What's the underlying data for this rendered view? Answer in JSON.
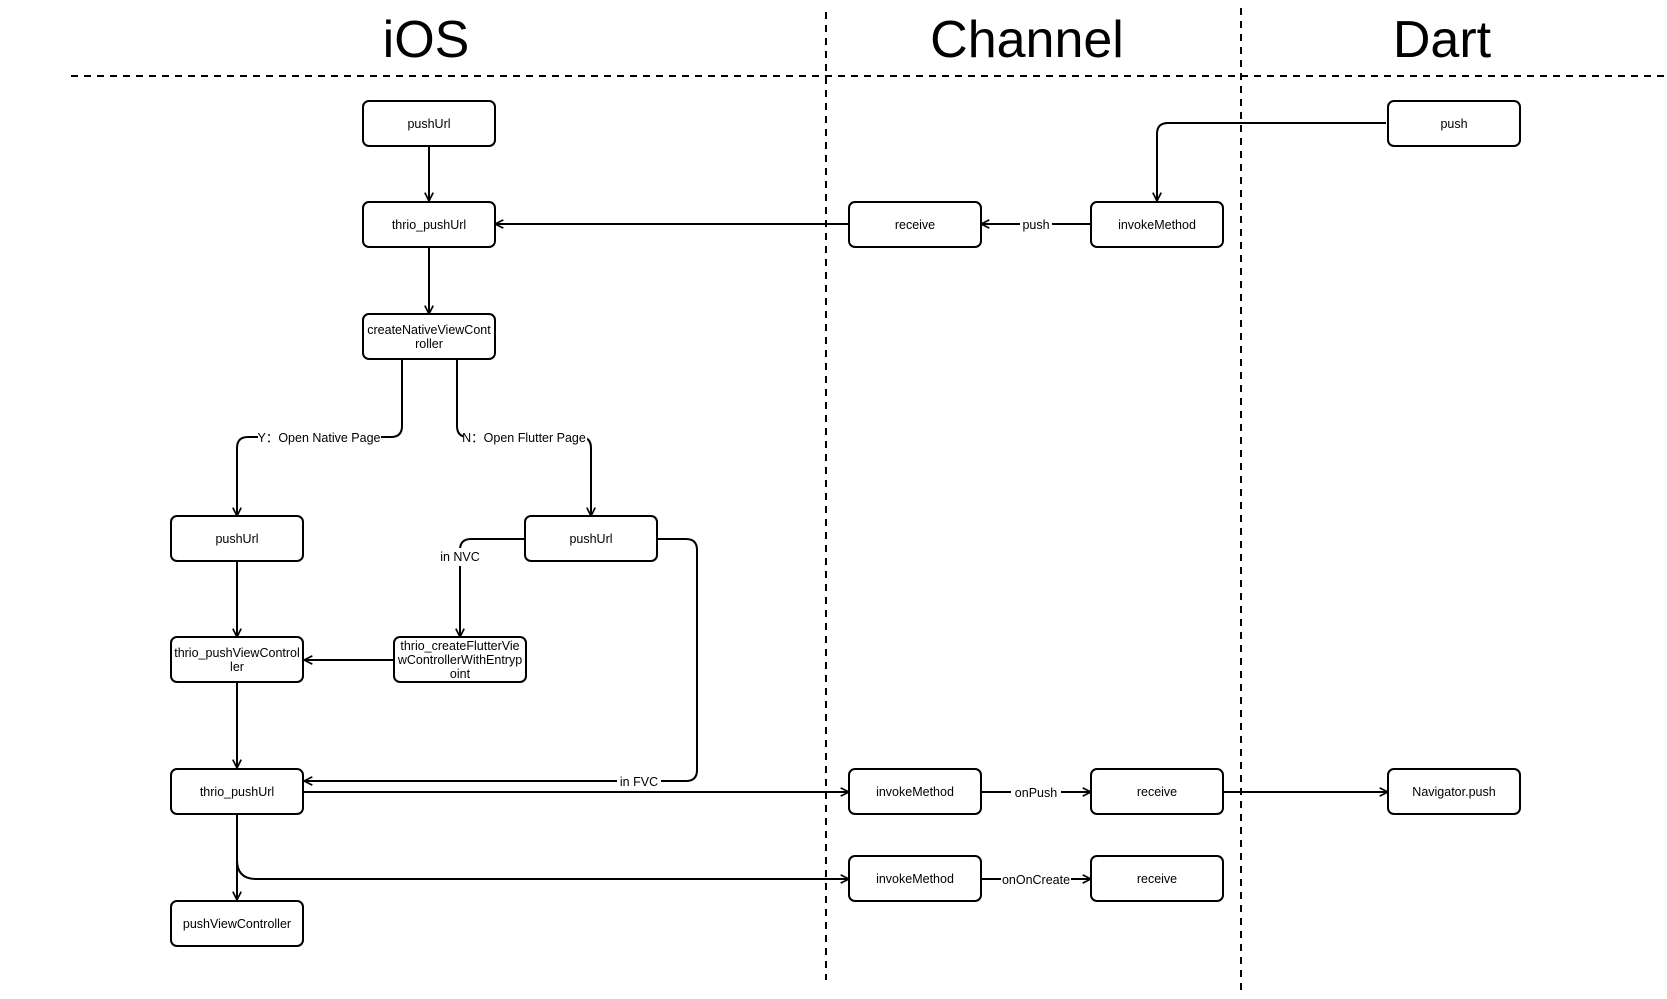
{
  "lanes": {
    "ios": "iOS",
    "channel": "Channel",
    "dart": "Dart"
  },
  "nodes": {
    "ios_pushUrl_top": [
      "pushUrl"
    ],
    "ios_thrio_pushUrl_top": [
      "thrio_pushUrl"
    ],
    "ios_createNativeViewController": [
      "createNativeViewCont",
      "roller"
    ],
    "ios_pushUrl_native": [
      "pushUrl"
    ],
    "ios_pushUrl_flutter": [
      "pushUrl"
    ],
    "ios_thrio_pushViewController": [
      "thrio_pushViewControl",
      "ler"
    ],
    "ios_thrio_createFlutterViewController": [
      "thrio_createFlutterVie",
      "wControllerWithEntryp",
      "oint"
    ],
    "ios_thrio_pushUrl_bottom": [
      "thrio_pushUrl"
    ],
    "ios_pushViewController": [
      "pushViewController"
    ],
    "channel_receive_top": [
      "receive"
    ],
    "channel_invokeMethod_top": [
      "invokeMethod"
    ],
    "channel_invokeMethod_onPush": [
      "invokeMethod"
    ],
    "channel_receive_onPush": [
      "receive"
    ],
    "channel_invokeMethod_onCreate": [
      "invokeMethod"
    ],
    "channel_receive_onCreate": [
      "receive"
    ],
    "dart_push": [
      "push"
    ],
    "dart_navigator_push": [
      "Navigator.push"
    ]
  },
  "edge_labels": {
    "push": "push",
    "yes_native": "Y：Open Native Page",
    "no_flutter": "N：Open Flutter Page",
    "in_nvc": "in NVC",
    "in_fvc": "in FVC",
    "onPush": "onPush",
    "onOnCreate": "onOnCreate"
  }
}
